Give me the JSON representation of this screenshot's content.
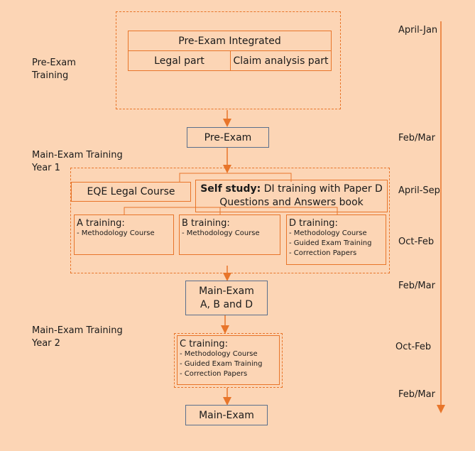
{
  "sections": {
    "pre_exam_training": "Pre-Exam\nTraining",
    "main_exam_year1": "Main-Exam Training\nYear 1",
    "main_exam_year2": "Main-Exam Training\nYear 2"
  },
  "pre_exam_block": {
    "title": "Pre-Exam Integrated",
    "left": "Legal part",
    "right": "Claim analysis part"
  },
  "pre_exam": "Pre-Exam",
  "eqe_course": "EQE Legal Course",
  "self_study": {
    "bold": "Self study:",
    "text": " DI training with Paper D Questions and Answers book"
  },
  "trainings": {
    "a": {
      "title": "A training:",
      "items": [
        "- Methodology Course"
      ]
    },
    "b": {
      "title": "B training:",
      "items": [
        "- Methodology Course"
      ]
    },
    "d": {
      "title": "D training:",
      "items": [
        "- Methodology Course",
        "- Guided Exam Training",
        "- Correction Papers"
      ]
    },
    "c": {
      "title": "C training:",
      "items": [
        "- Methodology Course",
        "- Guided Exam Training",
        "- Correction Papers"
      ]
    }
  },
  "main_exam_abd": "Main-Exam\nA, B and D",
  "main_exam_final": "Main-Exam",
  "timeline": {
    "t1": "April-Jan",
    "t2": "Feb/Mar",
    "t3": "April-Sep",
    "t4": "Oct-Feb",
    "t5": "Feb/Mar",
    "t6": "Oct-Feb",
    "t7": "Feb/Mar"
  },
  "colors": {
    "background": "#fcd5b5",
    "accent": "#e8752a",
    "blue_border": "#5a6f8c"
  }
}
